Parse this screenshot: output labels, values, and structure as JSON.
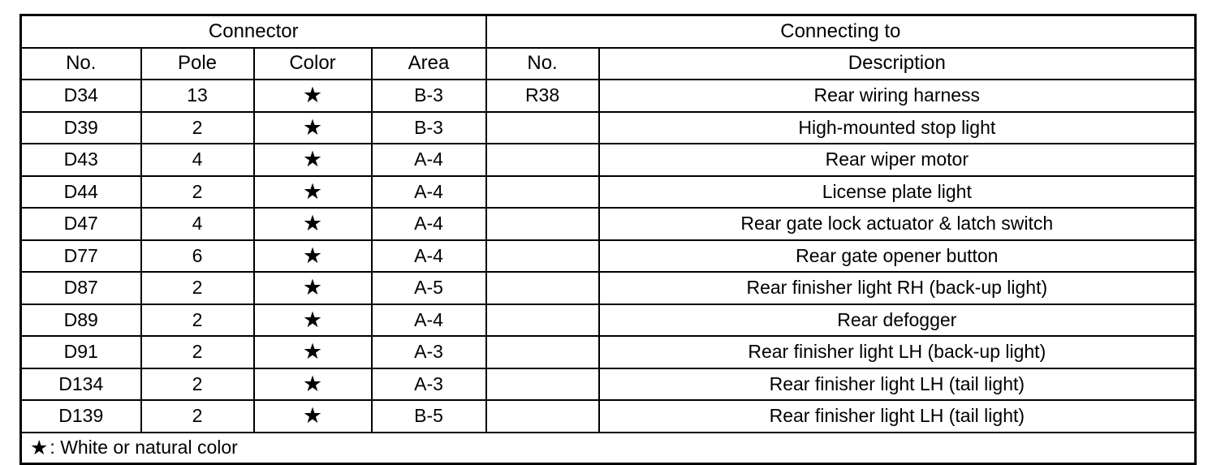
{
  "table": {
    "group_headers": [
      {
        "label": "Connector",
        "span": 4
      },
      {
        "label": "Connecting to",
        "span": 2
      }
    ],
    "column_headers": [
      "No.",
      "Pole",
      "Color",
      "Area",
      "No.",
      "Description"
    ],
    "color_symbol": "★",
    "rows": [
      {
        "no": "D34",
        "pole": "13",
        "color": "★",
        "area": "B-3",
        "conn_no": "R38",
        "description": "Rear wiring harness"
      },
      {
        "no": "D39",
        "pole": "2",
        "color": "★",
        "area": "B-3",
        "conn_no": "",
        "description": "High-mounted stop light"
      },
      {
        "no": "D43",
        "pole": "4",
        "color": "★",
        "area": "A-4",
        "conn_no": "",
        "description": "Rear wiper motor"
      },
      {
        "no": "D44",
        "pole": "2",
        "color": "★",
        "area": "A-4",
        "conn_no": "",
        "description": "License plate light"
      },
      {
        "no": "D47",
        "pole": "4",
        "color": "★",
        "area": "A-4",
        "conn_no": "",
        "description": "Rear gate lock actuator & latch switch"
      },
      {
        "no": "D77",
        "pole": "6",
        "color": "★",
        "area": "A-4",
        "conn_no": "",
        "description": "Rear gate opener button"
      },
      {
        "no": "D87",
        "pole": "2",
        "color": "★",
        "area": "A-5",
        "conn_no": "",
        "description": "Rear finisher light RH (back-up light)"
      },
      {
        "no": "D89",
        "pole": "2",
        "color": "★",
        "area": "A-4",
        "conn_no": "",
        "description": "Rear defogger"
      },
      {
        "no": "D91",
        "pole": "2",
        "color": "★",
        "area": "A-3",
        "conn_no": "",
        "description": "Rear finisher light LH (back-up light)"
      },
      {
        "no": "D134",
        "pole": "2",
        "color": "★",
        "area": "A-3",
        "conn_no": "",
        "description": "Rear finisher light LH (tail light)"
      },
      {
        "no": "D139",
        "pole": "2",
        "color": "★",
        "area": "B-5",
        "conn_no": "",
        "description": "Rear finisher light LH (tail light)"
      }
    ],
    "footnote": {
      "symbol": "★",
      "text": ": White or natural color"
    }
  }
}
